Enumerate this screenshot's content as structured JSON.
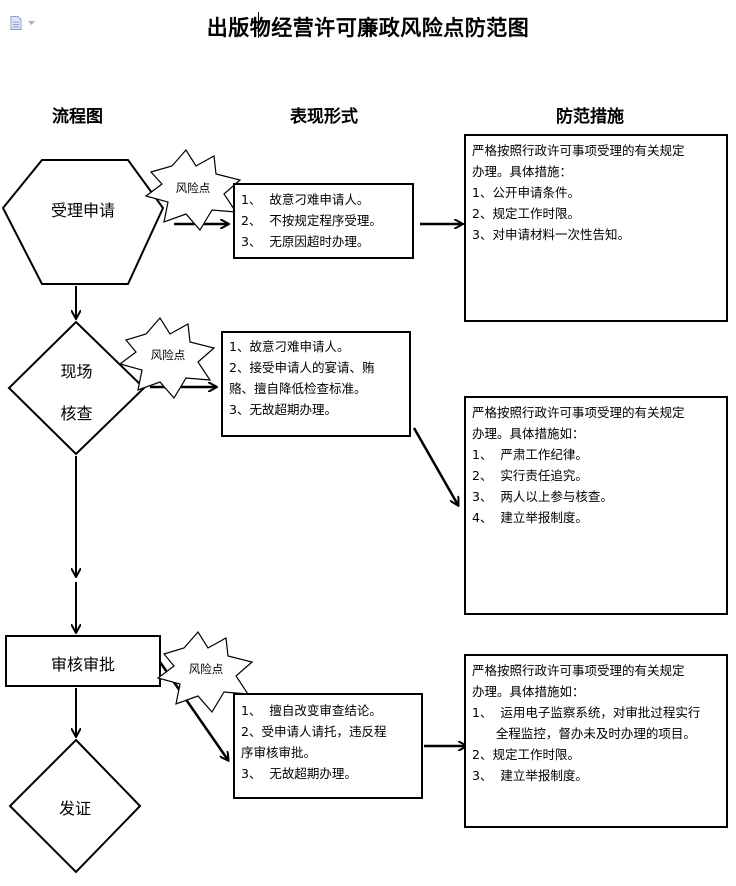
{
  "title": "出版物经营许可廉政风险点防范图",
  "columns": {
    "flow": "流程图",
    "forms": "表现形式",
    "measures": "防范措施"
  },
  "steps": {
    "accept": "受理申请",
    "inspect_line1": "现场",
    "inspect_line2": "核查",
    "review": "审核审批",
    "issue": "发证"
  },
  "risk_label": "风险点",
  "forms": [
    [
      "1、  故意刁难申请人。",
      "2、  不按规定程序受理。",
      "3、  无原因超时办理。"
    ],
    [
      "1、故意刁难申请人。",
      "2、接受申请人的宴请、贿",
      "赂、擅自降低检查标准。",
      "3、无故超期办理。"
    ],
    [
      "1、  擅自改变审查结论。",
      "2、受申请人请托，违反程",
      "序审核审批。",
      "3、  无故超期办理。"
    ]
  ],
  "measures": [
    [
      "严格按照行政许可事项受理的有关规定",
      "办理。具体措施：",
      "1、公开申请条件。",
      "2、规定工作时限。",
      "3、对申请材料一次性告知。"
    ],
    [
      "严格按照行政许可事项受理的有关规定",
      "办理。具体措施如：",
      "1、  严肃工作纪律。",
      "2、  实行责任追究。",
      "3、  两人以上参与核查。",
      "4、  建立举报制度。"
    ],
    [
      "严格按照行政许可事项受理的有关规定",
      "办理。具体措施如：",
      "1、  运用电子监察系统，对审批过程实行",
      "      全程监控，督办未及时办理的项目。",
      "2、规定工作时限。",
      "3、  建立举报制度。"
    ]
  ]
}
